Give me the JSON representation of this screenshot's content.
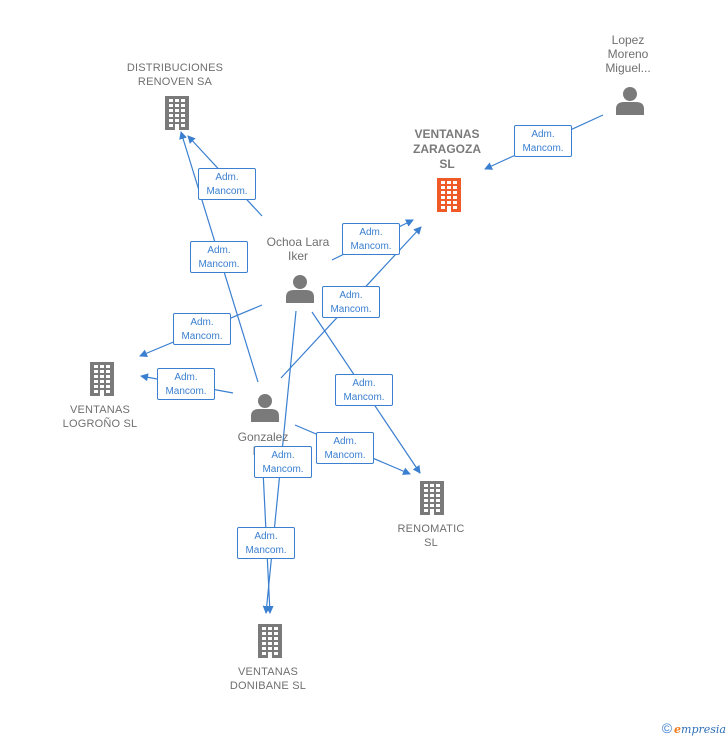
{
  "nodes": {
    "distribuciones": {
      "label": "DISTRIBUCIONES\nRENOVEN SA",
      "kind": "company"
    },
    "ventanas_zaragoza": {
      "label": "VENTANAS\nZARAGOZA\nSL",
      "kind": "company-focus"
    },
    "lopez": {
      "label": "Lopez\nMoreno\nMiguel...",
      "kind": "person"
    },
    "ochoa": {
      "label": "Ochoa Lara\nIker",
      "kind": "person"
    },
    "gonzalez": {
      "label": "Gonzalez\nEch\nJos",
      "kind": "person"
    },
    "ventanas_logrono": {
      "label": "VENTANAS\nLOGROÑO  SL",
      "kind": "company"
    },
    "renomatic": {
      "label": "RENOMATIC\nSL",
      "kind": "company"
    },
    "ventanas_donibane": {
      "label": "VENTANAS\nDONIBANE  SL",
      "kind": "company"
    }
  },
  "edges": [
    {
      "from": "lopez",
      "to": "ventanas_zaragoza",
      "label": "Adm.\nMancom."
    },
    {
      "from": "ochoa",
      "to": "distribuciones",
      "label": "Adm.\nMancom."
    },
    {
      "from": "gonzalez",
      "to": "distribuciones",
      "label": "Adm.\nMancom."
    },
    {
      "from": "ochoa",
      "to": "ventanas_zaragoza",
      "label": "Adm.\nMancom."
    },
    {
      "from": "gonzalez",
      "to": "ventanas_zaragoza",
      "label": "Adm.\nMancom."
    },
    {
      "from": "ochoa",
      "to": "ventanas_logrono",
      "label": "Adm.\nMancom."
    },
    {
      "from": "gonzalez",
      "to": "ventanas_logrono",
      "label": "Adm.\nMancom."
    },
    {
      "from": "ochoa",
      "to": "renomatic",
      "label": "Adm.\nMancom."
    },
    {
      "from": "gonzalez",
      "to": "renomatic",
      "label": "Adm.\nMancom."
    },
    {
      "from": "gonzalez",
      "to": "ventanas_donibane",
      "label": "Adm.\nMancom."
    },
    {
      "from": "ochoa",
      "to": "ventanas_donibane",
      "label": "Adm.\nMancom."
    }
  ],
  "colors": {
    "edge": "#3a7fd0",
    "company_icon": "#7a7a7a",
    "focus_icon": "#f05a28",
    "person_icon": "#7a7a7a"
  },
  "footer": {
    "copyright": "©",
    "brand_initial": "e",
    "brand_rest": "mpresia"
  }
}
